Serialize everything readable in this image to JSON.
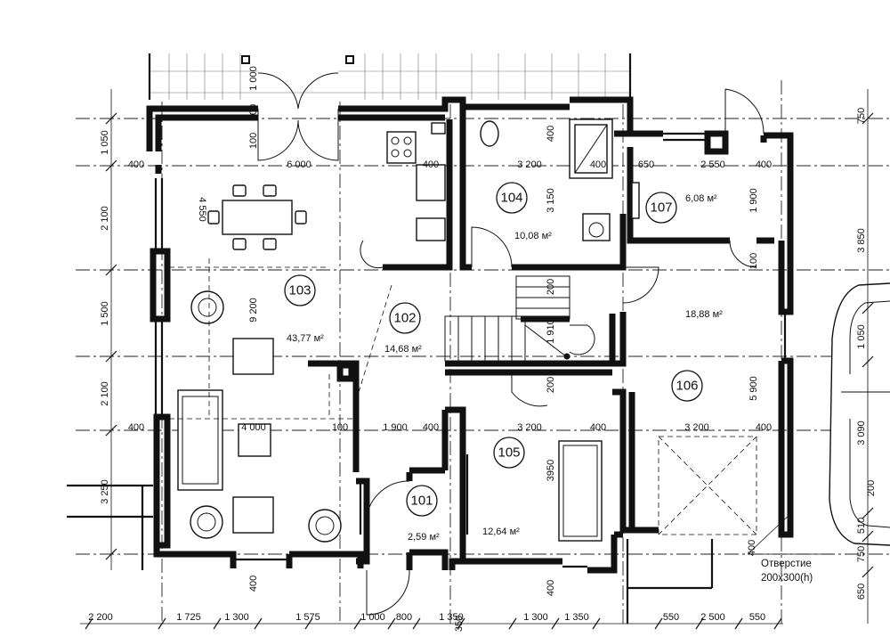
{
  "rooms": [
    {
      "number": "101",
      "area": "2,59 м²"
    },
    {
      "number": "102",
      "area": "14,68 м²"
    },
    {
      "number": "103",
      "area": "43,77 м²"
    },
    {
      "number": "104",
      "area": "10,08 м²"
    },
    {
      "number": "105",
      "area": "12,64 м²"
    },
    {
      "number": "106",
      "area": "18,88 м²"
    },
    {
      "number": "107",
      "area": "6,08 м²"
    }
  ],
  "note": {
    "line1": "Отверстие",
    "line2": "200x300(h)"
  },
  "dimensions": {
    "bottom": [
      "2 200",
      "1 725",
      "1 300",
      "1 575",
      "1 000",
      "800",
      "1 350",
      "350",
      "1 300",
      "1 350",
      "550",
      "2 500",
      "550"
    ],
    "left": [
      "1 050",
      "2 100",
      "1 500",
      "2 100",
      "3 250"
    ],
    "right": [
      "750",
      "3 850",
      "1 050",
      "3 090",
      "510",
      "750",
      "650"
    ],
    "row_upper": [
      "400",
      "6 000",
      "400",
      "3 200",
      "400",
      "650",
      "2 550",
      "400"
    ],
    "row_lower": [
      "400",
      "4 000",
      "100",
      "1 900",
      "400",
      "3 200",
      "400",
      "3 200",
      "400"
    ],
    "interior": [
      "1 000",
      "300",
      "100",
      "4 550",
      "9 200",
      "400",
      "3 150",
      "1 900",
      "100",
      "200",
      "1 910",
      "200",
      "3950",
      "5 900",
      "200",
      "400",
      "400",
      "400"
    ]
  }
}
